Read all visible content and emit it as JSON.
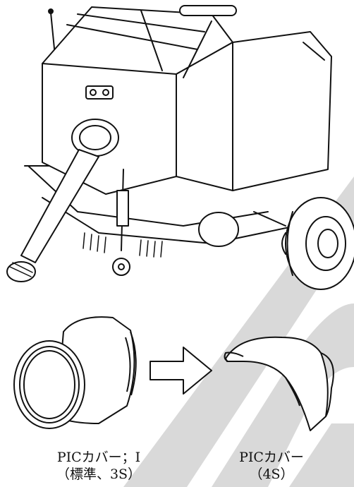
{
  "captions": {
    "left": {
      "line1": "PICカバー；I",
      "line2": "（標準、3S）"
    },
    "right": {
      "line1": "PICカバー",
      "line2": "（4S）"
    }
  },
  "colors": {
    "ink": "#111111",
    "watermark": "#d9d9d9",
    "paper": "#ffffff"
  },
  "icons": {
    "arrow": "right-arrow-icon"
  }
}
